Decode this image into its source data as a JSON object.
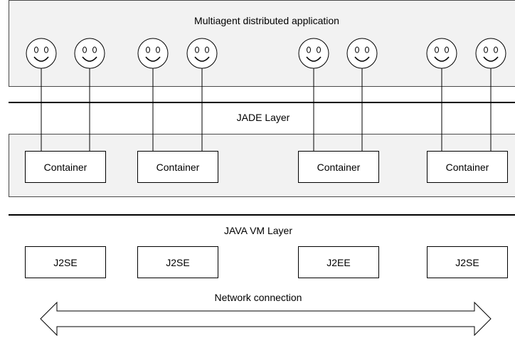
{
  "diagram": {
    "app_layer_title": "Multiagent distributed application",
    "jade_layer_title": "JADE Layer",
    "jvm_layer_title": "JAVA VM Layer",
    "network_label": "Network connection",
    "containers": [
      "Container",
      "Container",
      "Container",
      "Container"
    ],
    "runtimes": [
      "J2SE",
      "J2SE",
      "J2EE",
      "J2SE"
    ],
    "agent_icon": "smiley-face-icon",
    "agent_count": 8
  }
}
